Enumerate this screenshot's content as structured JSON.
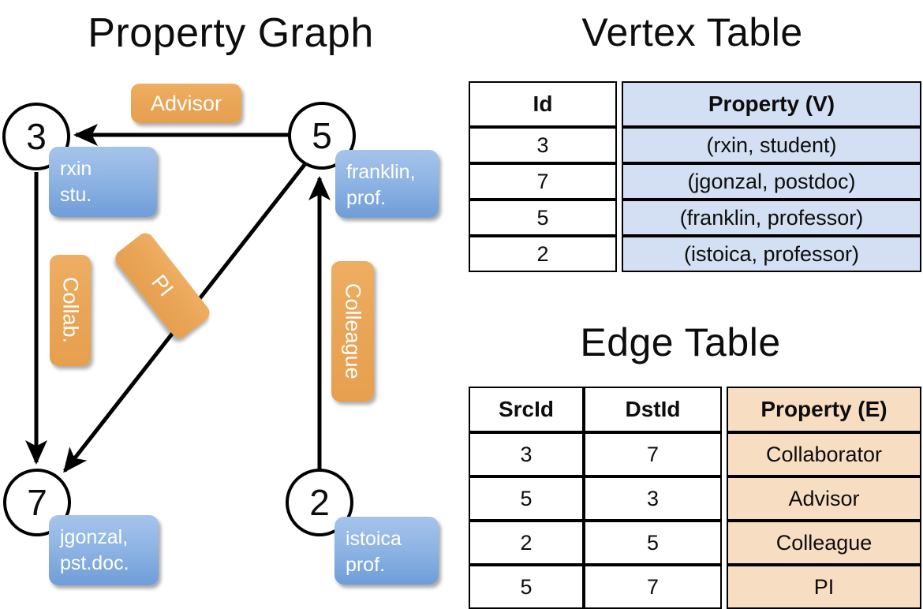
{
  "panels": {
    "graph_title": "Property Graph",
    "vertex_title": "Vertex Table",
    "edge_title": "Edge Table"
  },
  "colors": {
    "vertex_property_fill": "#d3dff2",
    "edge_property_fill": "#f7ddc2",
    "vertex_box_blue": "#8fb5e4",
    "edge_label_orange": "#e9a557",
    "stroke": "#000000",
    "background": "#ffffff"
  },
  "graph": {
    "nodes": [
      {
        "id": "3",
        "prop_line1": "rxin",
        "prop_line2": "stu."
      },
      {
        "id": "5",
        "prop_line1": "franklin,",
        "prop_line2": "prof."
      },
      {
        "id": "7",
        "prop_line1": "jgonzal,",
        "prop_line2": "pst.doc."
      },
      {
        "id": "2",
        "prop_line1": "istoica",
        "prop_line2": "prof."
      }
    ],
    "edge_labels": [
      {
        "name": "advisor",
        "text": "Advisor"
      },
      {
        "name": "collab",
        "text": "Collab."
      },
      {
        "name": "pi",
        "text": "PI"
      },
      {
        "name": "colleague",
        "text": "Colleague"
      }
    ]
  },
  "vertex_table": {
    "headers": [
      "Id",
      "Property (V)"
    ],
    "rows": [
      {
        "id": "3",
        "property": "(rxin, student)"
      },
      {
        "id": "7",
        "property": "(jgonzal, postdoc)"
      },
      {
        "id": "5",
        "property": "(franklin, professor)"
      },
      {
        "id": "2",
        "property": "(istoica, professor)"
      }
    ]
  },
  "edge_table": {
    "headers": [
      "SrcId",
      "DstId",
      "Property (E)"
    ],
    "rows": [
      {
        "src": "3",
        "dst": "7",
        "property": "Collaborator"
      },
      {
        "src": "5",
        "dst": "3",
        "property": "Advisor"
      },
      {
        "src": "2",
        "dst": "5",
        "property": "Colleague"
      },
      {
        "src": "5",
        "dst": "7",
        "property": "PI"
      }
    ]
  }
}
